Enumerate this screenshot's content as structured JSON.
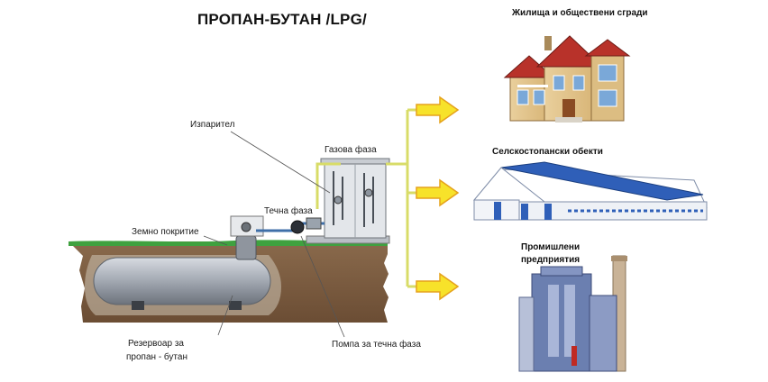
{
  "diagram": {
    "title": "ПРОПАН-БУТАН /LPG/",
    "labels": {
      "evaporator": "Изпарител",
      "gas_phase": "Газова фаза",
      "liquid_phase": "Течна фаза",
      "ground_cover": "Земно покритие",
      "tank_line1": "Резервоар за",
      "tank_line2": "пропан - бутан",
      "pump": "Помпа за течна фаза"
    },
    "destinations": [
      {
        "label": "Жилища и обществени сгради"
      },
      {
        "label": "Селскостопански обекти"
      },
      {
        "label_line1": "Промишлени",
        "label_line2": "предприятия"
      }
    ],
    "colors": {
      "pipe": "#d8dc68",
      "arrow_fill": "#f7e22a",
      "arrow_stroke": "#e5a21c",
      "soil": "#7c5c40",
      "grass": "#3fa13f",
      "tank": "#9ea4ae",
      "barn_roof": "#2f5fb8",
      "house_roof": "#b8322a"
    }
  }
}
